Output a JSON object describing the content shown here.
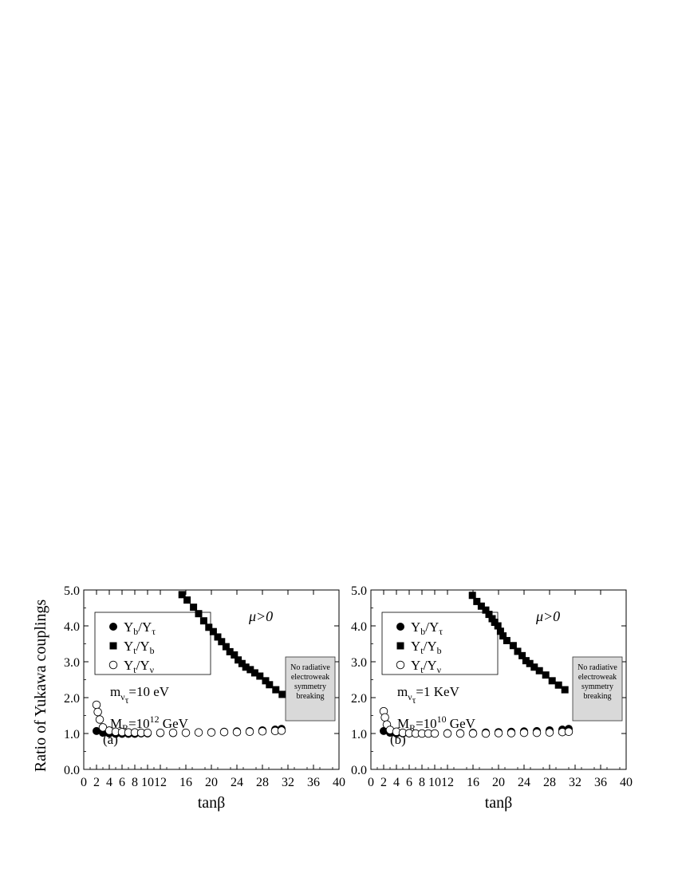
{
  "ylabel": "Ratio of Yukawa couplings",
  "chart_data": [
    {
      "type": "scatter",
      "panel_label": "(a)",
      "xlabel": "tanβ",
      "xlim": [
        0,
        40
      ],
      "ylim": [
        0.0,
        5.0
      ],
      "xticks": [
        "0",
        "2",
        "4",
        "6",
        "8",
        "10",
        "12",
        "16",
        "20",
        "24",
        "28",
        "32",
        "36",
        "40"
      ],
      "yticks": [
        "0.0",
        "1.0",
        "2.0",
        "3.0",
        "4.0",
        "5.0"
      ],
      "legend": {
        "position": "top-left",
        "entries": [
          {
            "marker": "filled-circle",
            "main": "Y",
            "sub": "b",
            "sep": "/Y",
            "sub2": "τ"
          },
          {
            "marker": "filled-square",
            "main": "Y",
            "sub": "t",
            "sep": "/Y",
            "sub2": "b"
          },
          {
            "marker": "open-circle",
            "main": "Y",
            "sub": "t",
            "sep": "/Y",
            "sub2": "ν"
          }
        ]
      },
      "annotations": {
        "mu": "μ>0",
        "mass_prefix": "m",
        "mass_sub": "ν",
        "mass_subsub": "τ",
        "mass_value": "=10 eV",
        "mr_prefix": "M",
        "mr_sub": "R",
        "mr_eq": "=10",
        "mr_exp": "12",
        "mr_unit": " GeV",
        "box_lines": [
          "No radiative",
          "electroweak",
          "symmetry",
          "breaking"
        ]
      },
      "series": [
        {
          "name": "Y_b/Y_τ",
          "marker": "filled-circle",
          "x": [
            2,
            3,
            4,
            5,
            6,
            7,
            8,
            9,
            10,
            12,
            14,
            16,
            18,
            20,
            22,
            24,
            26,
            28,
            30,
            31
          ],
          "y": [
            1.07,
            1.02,
            1.0,
            0.99,
            0.99,
            0.99,
            0.99,
            1.0,
            1.0,
            1.01,
            1.01,
            1.02,
            1.03,
            1.04,
            1.05,
            1.06,
            1.07,
            1.09,
            1.11,
            1.13
          ]
        },
        {
          "name": "Y_t/Y_b",
          "marker": "filled-square",
          "x": [
            15.4,
            16.2,
            17.2,
            18.0,
            18.8,
            19.6,
            20.3,
            21.0,
            21.6,
            22.3,
            22.9,
            23.6,
            24.2,
            24.8,
            25.4,
            26.1,
            26.8,
            27.6,
            28.5,
            29.1,
            30.1,
            31.1
          ],
          "y": [
            4.87,
            4.72,
            4.52,
            4.34,
            4.14,
            3.96,
            3.84,
            3.69,
            3.56,
            3.42,
            3.28,
            3.19,
            3.05,
            2.95,
            2.85,
            2.78,
            2.69,
            2.6,
            2.47,
            2.36,
            2.22,
            2.09
          ]
        },
        {
          "name": "Y_t/Y_ν",
          "marker": "open-circle",
          "x": [
            2,
            2.2,
            2.5,
            3,
            4,
            5,
            6,
            7,
            8,
            9,
            10,
            12,
            14,
            16,
            18,
            20,
            22,
            24,
            26,
            28,
            30,
            31
          ],
          "y": [
            1.8,
            1.6,
            1.39,
            1.17,
            1.08,
            1.05,
            1.04,
            1.03,
            1.03,
            1.02,
            1.02,
            1.02,
            1.02,
            1.02,
            1.03,
            1.03,
            1.04,
            1.04,
            1.05,
            1.06,
            1.07,
            1.08
          ]
        }
      ]
    },
    {
      "type": "scatter",
      "panel_label": "(b)",
      "xlabel": "tanβ",
      "xlim": [
        0,
        40
      ],
      "ylim": [
        0.0,
        5.0
      ],
      "xticks": [
        "0",
        "2",
        "4",
        "6",
        "8",
        "10",
        "12",
        "16",
        "20",
        "24",
        "28",
        "32",
        "36",
        "40"
      ],
      "yticks": [
        "0.0",
        "1.0",
        "2.0",
        "3.0",
        "4.0",
        "5.0"
      ],
      "legend": {
        "position": "top-left",
        "entries": [
          {
            "marker": "filled-circle",
            "main": "Y",
            "sub": "b",
            "sep": "/Y",
            "sub2": "τ"
          },
          {
            "marker": "filled-square",
            "main": "Y",
            "sub": "t",
            "sep": "/Y",
            "sub2": "b"
          },
          {
            "marker": "open-circle",
            "main": "Y",
            "sub": "t",
            "sep": "/Y",
            "sub2": "ν"
          }
        ]
      },
      "annotations": {
        "mu": "μ>0",
        "mass_prefix": "m",
        "mass_sub": "ν",
        "mass_subsub": "τ",
        "mass_value": "=1 KeV",
        "mr_prefix": "M",
        "mr_sub": "R",
        "mr_eq": "=10",
        "mr_exp": "10",
        "mr_unit": " GeV",
        "box_lines": [
          "No radiative",
          "electroweak",
          "symmetry",
          "breaking"
        ]
      },
      "series": [
        {
          "name": "Y_b/Y_τ",
          "marker": "filled-circle",
          "x": [
            2,
            3,
            4,
            5,
            6,
            7,
            8,
            9,
            10,
            12,
            14,
            16,
            18,
            20,
            22,
            24,
            26,
            28,
            30,
            31
          ],
          "y": [
            1.07,
            1.02,
            1.0,
            1.0,
            1.0,
            1.0,
            1.0,
            1.0,
            1.0,
            1.01,
            1.01,
            1.02,
            1.03,
            1.04,
            1.05,
            1.06,
            1.07,
            1.09,
            1.11,
            1.13
          ]
        },
        {
          "name": "Y_t/Y_b",
          "marker": "filled-square",
          "x": [
            15.9,
            16.6,
            17.3,
            18.0,
            18.5,
            19.0,
            19.4,
            19.9,
            20.3,
            20.7,
            21.3,
            22.3,
            23.0,
            23.7,
            24.3,
            24.9,
            25.6,
            26.4,
            27.4,
            28.4,
            29.4,
            30.4
          ],
          "y": [
            4.85,
            4.68,
            4.55,
            4.44,
            4.32,
            4.2,
            4.1,
            4.0,
            3.85,
            3.72,
            3.59,
            3.45,
            3.29,
            3.17,
            3.03,
            2.95,
            2.85,
            2.75,
            2.63,
            2.47,
            2.35,
            2.22
          ]
        },
        {
          "name": "Y_t/Y_ν",
          "marker": "open-circle",
          "x": [
            2,
            2.2,
            2.5,
            3,
            4,
            5,
            6,
            7,
            8,
            9,
            10,
            12,
            14,
            16,
            18,
            20,
            22,
            24,
            26,
            28,
            30,
            31
          ],
          "y": [
            1.62,
            1.45,
            1.25,
            1.1,
            1.05,
            1.02,
            1.01,
            1.0,
            1.0,
            1.0,
            1.0,
            1.0,
            1.0,
            1.0,
            1.0,
            1.01,
            1.01,
            1.02,
            1.02,
            1.03,
            1.04,
            1.05
          ]
        }
      ]
    }
  ]
}
